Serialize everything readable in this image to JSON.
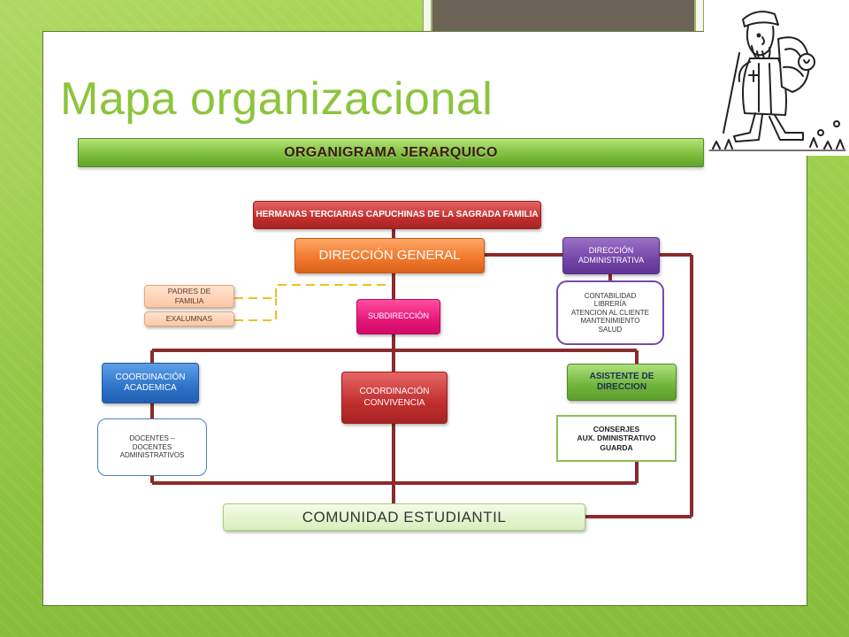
{
  "slide": {
    "title": "Mapa organizacional",
    "banner": "ORGANIGRAMA JERARQUICO"
  },
  "org": {
    "root": "HERMANAS TERCIARIAS CAPUCHINAS DE LA SAGRADA FAMILIA",
    "direccion_general": "DIRECCIÓN GENERAL",
    "direccion_administrativa": "DIRECCIÓN ADMINISTRATIVA",
    "admin_areas": [
      "CONTABILIDAD",
      "LIBRERÍA",
      "ATENCION AL CLIENTE",
      "MANTENIMIENTO",
      "SALUD"
    ],
    "padres_de_familia": "PADRES DE FAMILIA",
    "exalumnas": "EXALUMNAS",
    "subdireccion": "SUBDIRECCIÓN",
    "coordinacion_academica": "COORDINACIÓN ACADEMICA",
    "docentes": "DOCENTES – DOCENTES ADMINISTRATIVOS",
    "coordinacion_convivencia": "COORDINACIÓN CONVIVENCIA",
    "asistente_direccion": "ASISTENTE DE DIRECCION",
    "support_staff": [
      "CONSERJES",
      "AUX. DMINISTRATIVO",
      "GUARDA"
    ],
    "comunidad_estudiantil": "COMUNIDAD ESTUDIANTIL"
  },
  "colors": {
    "background_green": "#9ccc4a",
    "title_green": "#8dc43c",
    "connector_maroon": "#8b2b2b",
    "dashed_yellow": "#f0c020"
  },
  "icons": [
    "hiker-friar-clipart"
  ]
}
